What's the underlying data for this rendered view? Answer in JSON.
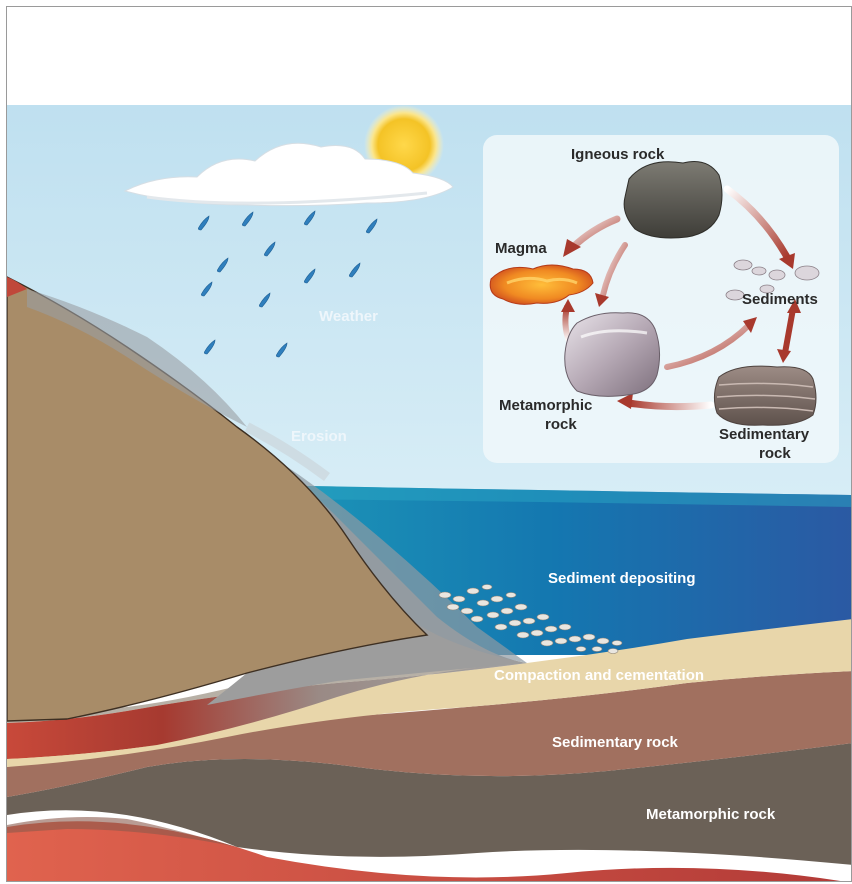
{
  "scene_labels": {
    "weather": "Weather",
    "erosion": "Erosion",
    "sediment_depositing": "Sediment depositing",
    "compaction": "Compaction and cementation",
    "sedimentary_rock": "Sedimentary rock",
    "metamorphic_rock": "Metamorphic rock"
  },
  "cycle_labels": {
    "igneous": "Igneous rock",
    "magma": "Magma",
    "sediments": "Sediments",
    "metamorphic_line1": "Metamorphic",
    "metamorphic_line2": "rock",
    "sedimentary_line1": "Sedimentary",
    "sedimentary_line2": "rock"
  },
  "colors": {
    "sky": "#c5e3f1",
    "sea": "#1a6fae",
    "land": "#a88c68",
    "sand": "#e6d4a8",
    "sedimentary": "#a1705f",
    "metamorphic": "#6c6259",
    "magma_layer": "#c8493a",
    "arrow": "#b03a2e"
  }
}
